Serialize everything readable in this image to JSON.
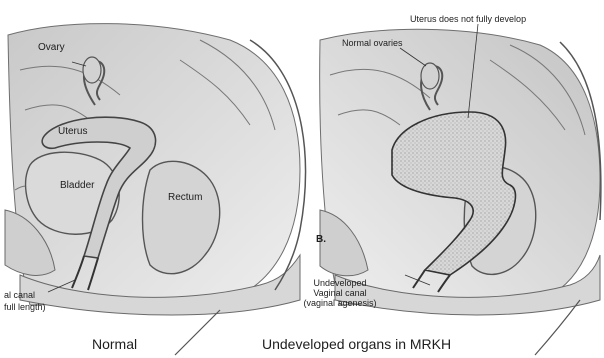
{
  "left_panel": {
    "labels": {
      "ovary": "Ovary",
      "uterus": "Uterus",
      "bladder": "Bladder",
      "rectum": "Rectum",
      "vaginal_canal_line1": "al canal",
      "vaginal_canal_line2": "full length)"
    },
    "caption": "Normal"
  },
  "right_panel": {
    "labels": {
      "uterus_note": "Uterus does not fully develop",
      "normal_ovaries": "Normal ovaries",
      "panel_letter": "B.",
      "undeveloped_line1": "Undeveloped",
      "undeveloped_line2": "Vaginal canal",
      "undeveloped_line3": "(vaginal agenesis)"
    },
    "caption": "Undeveloped organs in MRKH"
  },
  "colors": {
    "ink": "#1e1e1e",
    "tissue_light": "#e4e4e4",
    "tissue_mid": "#bdbdbd",
    "tissue_dark": "#8e8e8e",
    "organ_fill": "#dcdcdc"
  }
}
